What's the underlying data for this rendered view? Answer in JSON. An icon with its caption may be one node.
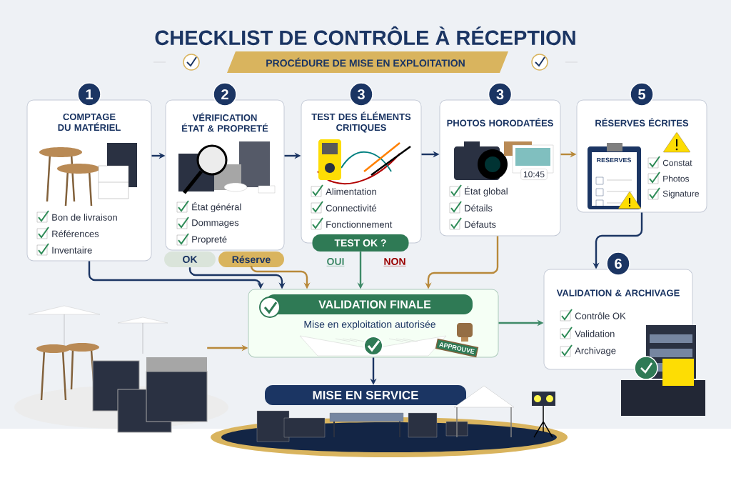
{
  "diagram": {
    "title": "CHECKLIST DE CONTRÔLE À RÉCEPTION",
    "nodes": [
      {
        "text": [
          "COMPTAGE DU MATÉRIEL",
          "Bon de livraison",
          "Références",
          "Inventaire"
        ],
        "beside": [
          "1"
        ]
      },
      {
        "text": [
          "VÉRIFICATION ÉTAT & PROPRETÉ",
          "État général",
          "Dommages",
          "Propreté"
        ],
        "beside": [
          "2"
        ]
      },
      {
        "text": [
          "TEST DES ÉLÉMENTS CRITIQUES",
          "Alimentation",
          "Connectivité",
          "Fonctionnement"
        ],
        "beside": [
          "3"
        ]
      },
      {
        "text": [
          "PHOTOS HORODATÉES",
          "État global",
          "Détails",
          "Défauts"
        ],
        "beside": [
          "3"
        ]
      },
      {
        "text": [
          "RÉSERVES ÉCRITES",
          "Constat",
          "Photos",
          "Signature"
        ],
        "beside": [
          "5"
        ]
      },
      {
        "text": [
          "OK"
        ]
      },
      {
        "text": [
          "Réserve"
        ]
      },
      {
        "text": [
          "TEST OK ?"
        ]
      },
      {
        "text": [
          "VALIDATION FINALE",
          "Mise en exploitation autorisée"
        ]
      },
      {
        "text": [
          "VALIDATION & ARCHIVAGE",
          "Contrôle OK",
          "Validation",
          "Archivage"
        ],
        "beside": [
          "6"
        ]
      },
      {
        "text": [
          "MISE EN SERVICE"
        ]
      },
      {
        "text": [],
        "shape": "picture"
      }
    ],
    "edges": [
      {
        "from": 0,
        "to": 1,
        "arrow": "to"
      },
      {
        "from": 1,
        "to": 2,
        "arrow": "to"
      },
      {
        "from": 2,
        "to": 3,
        "arrow": "to"
      },
      {
        "from": 3,
        "to": 4,
        "arrow": "to",
        "color": "#b8893a"
      },
      {
        "from": 4,
        "to": 9,
        "arrow": "to"
      },
      {
        "from": 0,
        "to": 8,
        "arrow": "to"
      },
      {
        "from": 5,
        "to": 8,
        "arrow": "to"
      },
      {
        "from": 6,
        "to": 8,
        "arrow": "to",
        "color": "#b8893a"
      },
      {
        "from": 7,
        "to": 8,
        "arrow": "to",
        "label": "OUI",
        "color": "#3f8a68"
      },
      {
        "from": 3,
        "to": 8,
        "arrow": "to",
        "color": "#b8893a"
      },
      {
        "from": 11,
        "to": 8,
        "arrow": "to",
        "color": "#b8893a"
      },
      {
        "from": 8,
        "to": 9,
        "arrow": "to",
        "color": "#3f8a68"
      },
      {
        "from": 8,
        "to": 10,
        "arrow": "to"
      }
    ],
    "labels": [
      "PROCÉDURE DE MISE EN EXPLOITATION",
      "10:45",
      "RESERVES",
      "NON",
      "APPROUVE"
    ]
  }
}
